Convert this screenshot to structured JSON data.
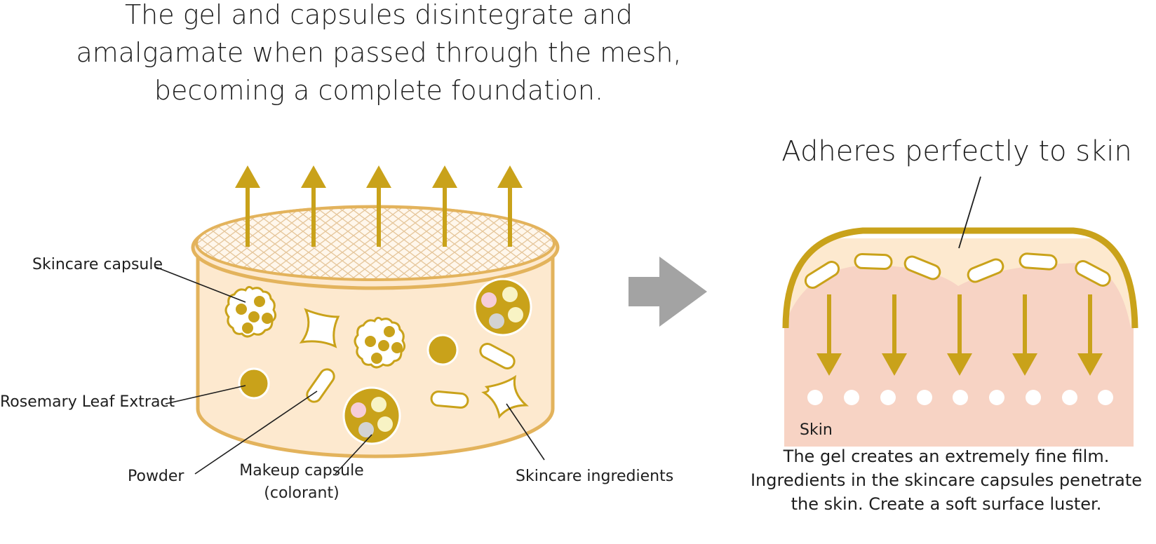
{
  "headline": {
    "lines": [
      "The gel and capsules disintegrate and",
      "amalgamate when passed through the mesh,",
      "becoming a complete foundation."
    ]
  },
  "left_diagram": {
    "labels": {
      "skincare_capsule": "Skincare capsule",
      "rosemary": "Rosemary Leaf Extract",
      "powder": "Powder",
      "makeup_capsule_line1": "Makeup capsule",
      "makeup_capsule_line2": "(colorant)",
      "skincare_ingredients": "Skincare ingredients"
    }
  },
  "right_diagram": {
    "title": "Adheres perfectly to skin",
    "skin_label": "Skin",
    "caption": [
      "The gel creates an extremely fine film.",
      "Ingredients in the skincare capsules penetrate",
      "the skin. Create a soft surface luster."
    ]
  },
  "colors": {
    "gold": "#c9a21a",
    "outline": "#e3b35c",
    "cream": "#fde9cf",
    "skin_pink": "#f7d3c4",
    "gray_arrow": "#a3a3a3",
    "pink_dot": "#f6cdd9",
    "yellow_dot": "#f8f3c4",
    "gray_dot": "#d3d3d3"
  }
}
